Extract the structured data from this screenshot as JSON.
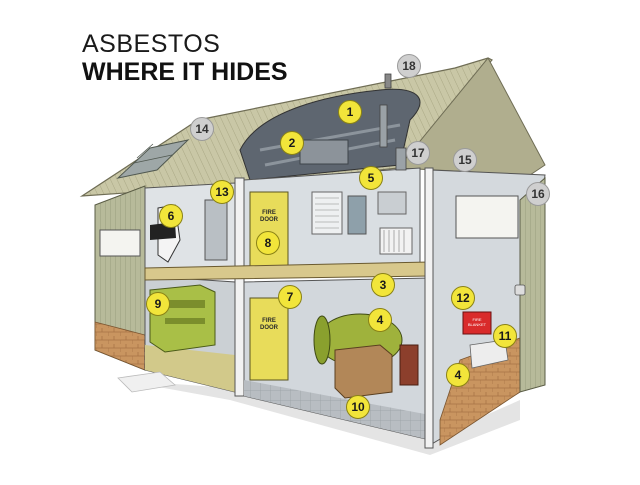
{
  "title": {
    "line1": "ASBESTOS",
    "line2": "WHERE IT HIDES"
  },
  "door_labels": {
    "upper": "FIRE DOOR",
    "lower": "FIRE DOOR"
  },
  "sign_label": "FIRE BLANKET",
  "markers": [
    {
      "id": "1",
      "kind": "inside"
    },
    {
      "id": "2",
      "kind": "inside"
    },
    {
      "id": "3",
      "kind": "inside"
    },
    {
      "id": "4",
      "kind": "inside"
    },
    {
      "id": "4",
      "kind": "inside"
    },
    {
      "id": "5",
      "kind": "inside"
    },
    {
      "id": "6",
      "kind": "inside"
    },
    {
      "id": "7",
      "kind": "inside"
    },
    {
      "id": "8",
      "kind": "inside"
    },
    {
      "id": "9",
      "kind": "inside"
    },
    {
      "id": "10",
      "kind": "inside"
    },
    {
      "id": "11",
      "kind": "inside"
    },
    {
      "id": "12",
      "kind": "inside"
    },
    {
      "id": "13",
      "kind": "inside"
    },
    {
      "id": "14",
      "kind": "outside"
    },
    {
      "id": "15",
      "kind": "outside"
    },
    {
      "id": "16",
      "kind": "outside"
    },
    {
      "id": "17",
      "kind": "outside"
    },
    {
      "id": "18",
      "kind": "outside"
    }
  ],
  "colors": {
    "marker_inside": "#f2e53a",
    "marker_outside": "#cfcfcf",
    "cladding": "#b9bc9c",
    "roof": "#c7c5a4",
    "brick": "#c9935e",
    "interior": "#dfe3e6",
    "door": "#e8dc5a",
    "tank": "#9fb23c",
    "machine": "#a9bf47",
    "sign": "#d92b2b"
  }
}
